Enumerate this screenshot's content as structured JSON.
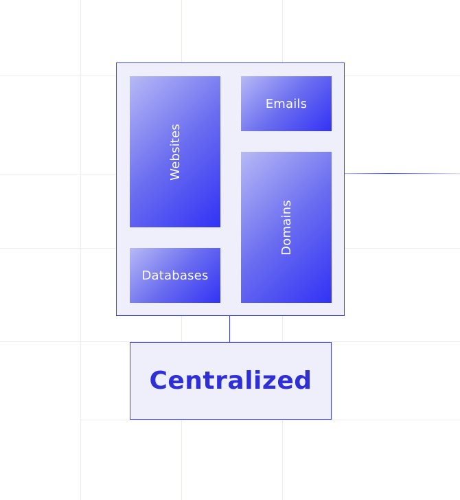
{
  "diagram": {
    "tiles": {
      "websites": "Websites",
      "emails": "Emails",
      "domains": "Domains",
      "databases": "Databases"
    },
    "label": "Centralized"
  },
  "colors": {
    "accent": "#3d3de6",
    "tile_gradient_start": "#b7b9f5",
    "tile_gradient_end": "#3232f5",
    "panel_background": "#eeeffa",
    "label_text": "#2f2fd8"
  }
}
